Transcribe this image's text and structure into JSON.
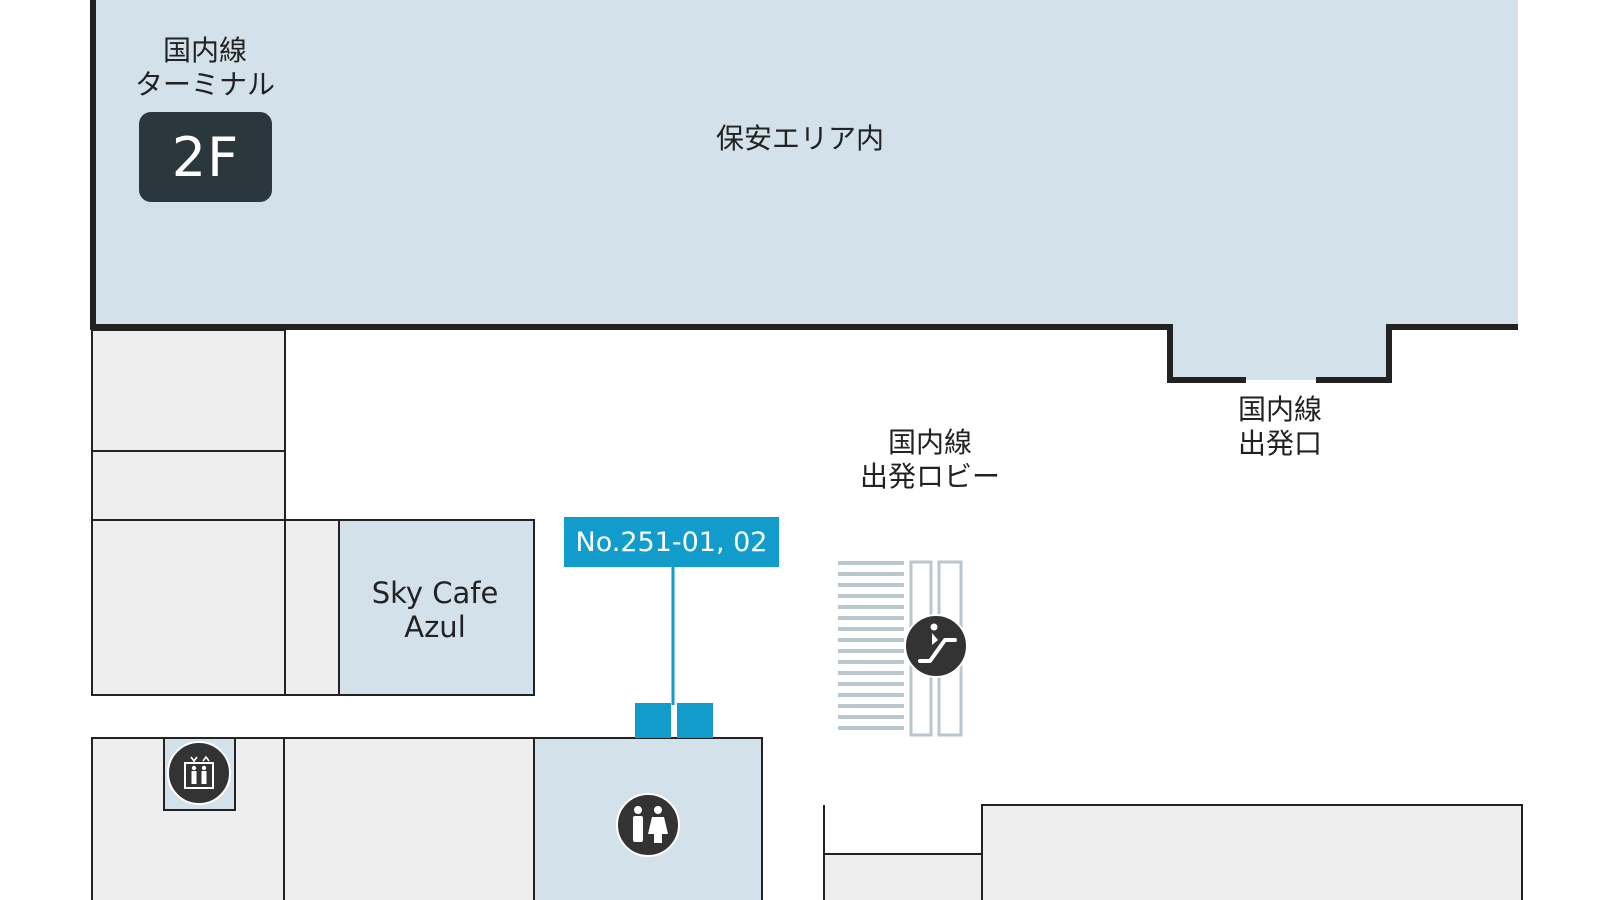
{
  "floor_map": {
    "terminal_name": [
      "国内線",
      "ターミナル"
    ],
    "floor": "2F",
    "security_area": "保安エリア内",
    "departure_lobby": [
      "国内線",
      "出発ロビー"
    ],
    "departure_gate": [
      "国内線",
      "出発口"
    ],
    "cafe": [
      "Sky Cafe",
      "Azul"
    ],
    "shop_number": "No.251-01, 02",
    "icons": [
      "escalator-icon",
      "elevator-icon",
      "restroom-icon"
    ],
    "colors": {
      "security_zone": "#d3e1ea",
      "facility_zone": "#d3e1ea",
      "shop_space": "#eeeeee",
      "wall": "#222222",
      "highlight": "#119ccc",
      "icon_circle": "#333333",
      "badge": "#2a383e"
    }
  }
}
